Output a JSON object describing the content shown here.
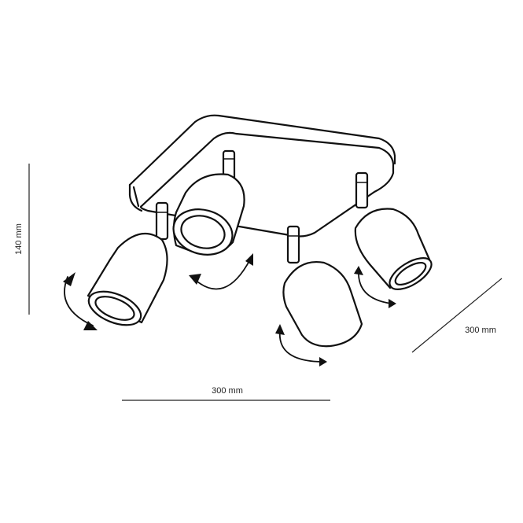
{
  "dimensions": {
    "height_label": "140 mm",
    "width_label": "300 mm",
    "depth_label": "300 mm"
  },
  "colors": {
    "line": "#111111",
    "background": "#ffffff"
  }
}
